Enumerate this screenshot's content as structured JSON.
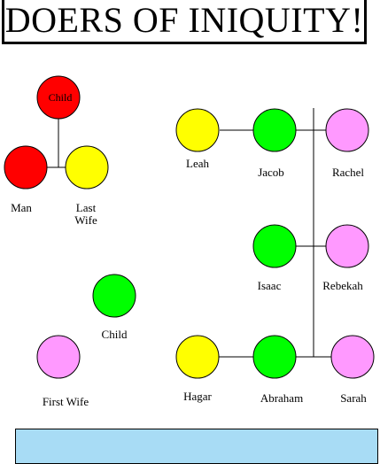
{
  "title": "DOERS OF INIQUITY!",
  "colors": {
    "red": "#ff0000",
    "yellow": "#ffff00",
    "green": "#00ff00",
    "pink": "#ff99ff",
    "panel": "#a8dcf5"
  },
  "legend": {
    "child": "Child",
    "man": "Man",
    "last_wife_line1": "Last",
    "last_wife_line2": "Wife",
    "child_green": "Child",
    "first_wife": "First Wife"
  },
  "family": {
    "leah": "Leah",
    "jacob": "Jacob",
    "rachel": "Rachel",
    "isaac": "Isaac",
    "rebekah": "Rebekah",
    "hagar": "Hagar",
    "abraham": "Abraham",
    "sarah": "Sarah"
  }
}
